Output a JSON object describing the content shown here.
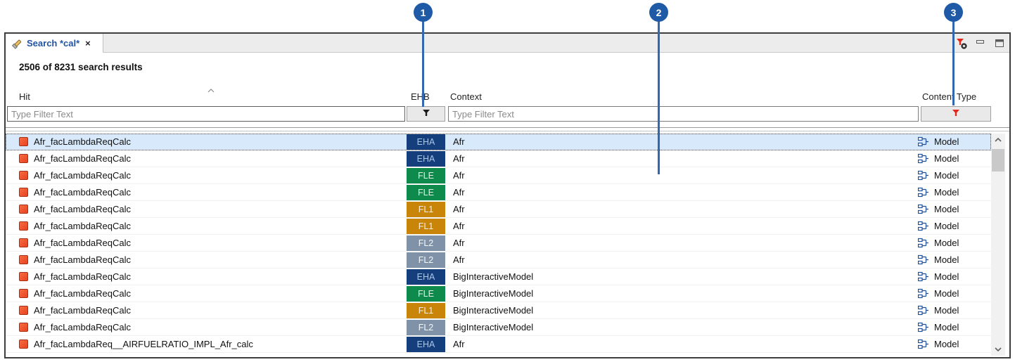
{
  "callouts": {
    "items": [
      {
        "label": "1"
      },
      {
        "label": "2"
      },
      {
        "label": "3"
      }
    ]
  },
  "panel": {
    "tab": {
      "title": "Search *cal*",
      "close_glyph": "×"
    },
    "summary": "2506 of 8231 search results",
    "columns": {
      "hit": "Hit",
      "ehb": "EHB",
      "context": "Context",
      "content_type": "Content Type"
    },
    "filters": {
      "hit_placeholder": "Type Filter Text",
      "hit_value": "",
      "context_placeholder": "Type Filter Text",
      "context_value": ""
    }
  },
  "icons": {
    "tab": "search-flashlight-icon",
    "toolbar": [
      "remove-filters-icon",
      "minimize-icon",
      "maximize-icon"
    ],
    "hit_marker": "red-square-calibration-icon",
    "content_type": "model-block-diagram-icon",
    "ehb_filter": "funnel-icon-black",
    "content_type_filter": "funnel-icon-red-active"
  },
  "colors": {
    "callout_blue": "#1E5AA5",
    "selection_bg": "#D7E9FA",
    "active_filter_red": "#E3261A",
    "badge": {
      "EHA": {
        "bg": "#153F7C",
        "fg": "#A9C6E8"
      },
      "FLE": {
        "bg": "#0D8A4C",
        "fg": "#DFF2E8"
      },
      "FL1": {
        "bg": "#C9840A",
        "fg": "#FAF0DC"
      },
      "FL2": {
        "bg": "#8092A8",
        "fg": "#F5F8FB"
      }
    }
  },
  "table": {
    "rows": [
      {
        "hit": "Afr_facLambdaReqCalc",
        "ehb": "EHA",
        "context": "Afr",
        "content_type": "Model",
        "selected": true
      },
      {
        "hit": "Afr_facLambdaReqCalc",
        "ehb": "EHA",
        "context": "Afr",
        "content_type": "Model",
        "selected": false
      },
      {
        "hit": "Afr_facLambdaReqCalc",
        "ehb": "FLE",
        "context": "Afr",
        "content_type": "Model",
        "selected": false
      },
      {
        "hit": "Afr_facLambdaReqCalc",
        "ehb": "FLE",
        "context": "Afr",
        "content_type": "Model",
        "selected": false
      },
      {
        "hit": "Afr_facLambdaReqCalc",
        "ehb": "FL1",
        "context": "Afr",
        "content_type": "Model",
        "selected": false
      },
      {
        "hit": "Afr_facLambdaReqCalc",
        "ehb": "FL1",
        "context": "Afr",
        "content_type": "Model",
        "selected": false
      },
      {
        "hit": "Afr_facLambdaReqCalc",
        "ehb": "FL2",
        "context": "Afr",
        "content_type": "Model",
        "selected": false
      },
      {
        "hit": "Afr_facLambdaReqCalc",
        "ehb": "FL2",
        "context": "Afr",
        "content_type": "Model",
        "selected": false
      },
      {
        "hit": "Afr_facLambdaReqCalc",
        "ehb": "EHA",
        "context": "BigInteractiveModel",
        "content_type": "Model",
        "selected": false
      },
      {
        "hit": "Afr_facLambdaReqCalc",
        "ehb": "FLE",
        "context": "BigInteractiveModel",
        "content_type": "Model",
        "selected": false
      },
      {
        "hit": "Afr_facLambdaReqCalc",
        "ehb": "FL1",
        "context": "BigInteractiveModel",
        "content_type": "Model",
        "selected": false
      },
      {
        "hit": "Afr_facLambdaReqCalc",
        "ehb": "FL2",
        "context": "BigInteractiveModel",
        "content_type": "Model",
        "selected": false
      },
      {
        "hit": "Afr_facLambdaReq__AIRFUELRATIO_IMPL_Afr_calc",
        "ehb": "EHA",
        "context": "Afr",
        "content_type": "Model",
        "selected": false
      }
    ]
  }
}
